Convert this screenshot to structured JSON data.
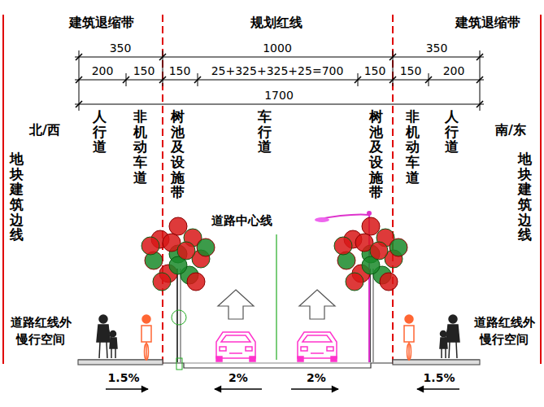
{
  "diagram": {
    "labels": [
      "建筑退缩带",
      "规划红线",
      "建筑退缩带",
      "350",
      "1000",
      "350",
      "200",
      "150",
      "150",
      "25+325+325+25=700",
      "150",
      "150",
      "200",
      "1700",
      "北/西",
      "人行道",
      "非机动车道",
      "树池及设施带",
      "车行道",
      "树池及设施带",
      "非机动车道",
      "人行道",
      "南/东",
      "地块建筑边线",
      "地块建筑边线",
      "道路中心线",
      "道路红线外 慢行空间",
      "道路红线外 慢行空间",
      "1.5%",
      "2%",
      "2%",
      "1.5%"
    ]
  }
}
